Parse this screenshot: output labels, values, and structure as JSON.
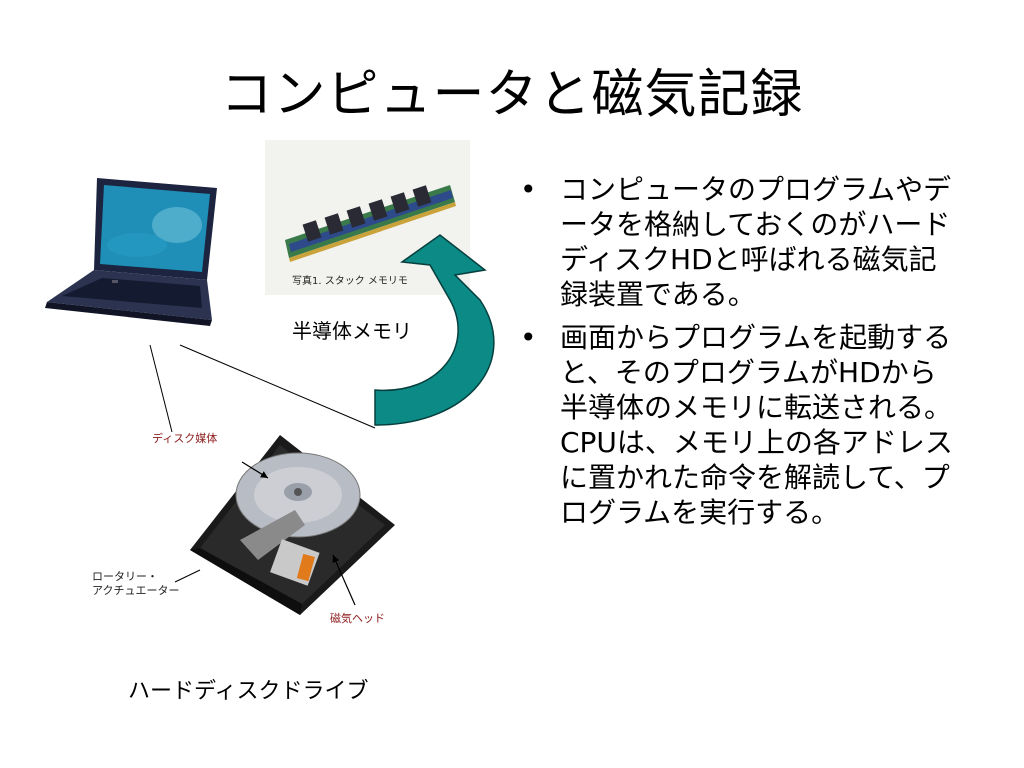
{
  "slide": {
    "title": "コンピュータと磁気記録",
    "bullets": [
      "コンピュータのプログラムやデータを格納しておくのがハードディスクHDと呼ばれる磁気記録装置である。",
      "画面からプログラムを起動すると、そのプログラムがHDから半導体のメモリに転送される。CPUは、メモリ上の各アドレスに置かれた命令を解読して、プログラムを実行する。"
    ]
  },
  "figure": {
    "memory_label": "半導体メモリ",
    "memory_photo_caption": "写真1. スタック メモリモ",
    "disk_media_label": "ディスク媒体",
    "actuator_label": "ロータリー・\nアクチュエーター",
    "head_label": "磁気ヘッド",
    "hdd_caption": "ハードディスクドライブ"
  },
  "colors": {
    "arrow": "#0b8a86",
    "laptop_screen": "#1f8fb8",
    "laptop_body": "#1c2440"
  },
  "icons": [
    "laptop-icon",
    "memory-module-icon",
    "hard-disk-icon",
    "curved-arrow-icon"
  ]
}
